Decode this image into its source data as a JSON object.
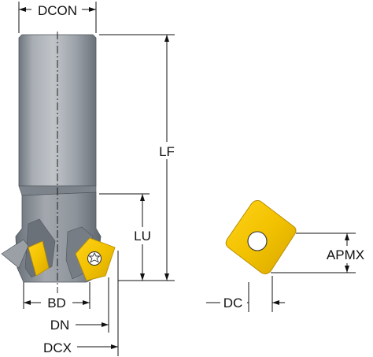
{
  "dimensions": {
    "dcon": "DCON",
    "lf": "LF",
    "lu": "LU",
    "bd": "BD",
    "dn": "DN",
    "dcx": "DCX",
    "dc": "DC",
    "apmx": "APMX"
  },
  "colors": {
    "shank_light": "#b7bcc2",
    "shank_mid": "#8f969e",
    "shank_dark": "#6d747c",
    "insert_yellow": "#f5c400",
    "insert_yellow_edge": "#d9a800",
    "line": "#111111",
    "background": "#ffffff"
  }
}
